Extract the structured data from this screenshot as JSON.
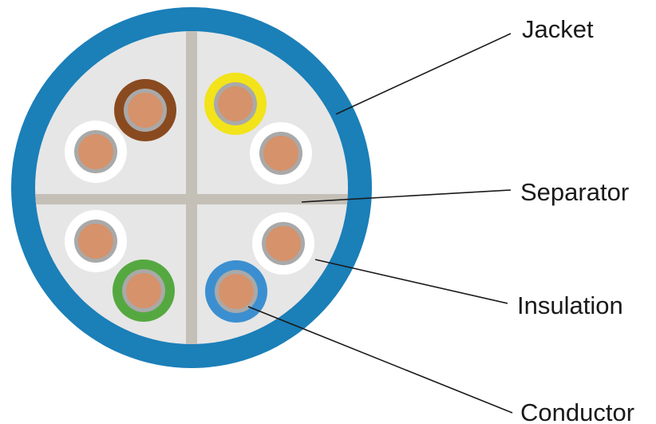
{
  "labels": {
    "jacket": "Jacket",
    "separator": "Separator",
    "insulation": "Insulation",
    "conductor": "Conductor"
  },
  "colors": {
    "jacket": "#1b7fb8",
    "interior": "#e6e6e6",
    "separator": "#c4bfb7",
    "conductor": "#d6926a",
    "conductor_ring": "#a9a9a9",
    "brown_insulation": "#8a4a1f",
    "yellow_insulation": "#f2e31a",
    "green_insulation": "#55a840",
    "blue_insulation": "#3b8fd0",
    "white_insulation": "#ffffff",
    "leader_line": "#1a1a1a"
  },
  "wires": [
    {
      "insulation": "brown"
    },
    {
      "insulation": "white"
    },
    {
      "insulation": "yellow"
    },
    {
      "insulation": "white"
    },
    {
      "insulation": "white"
    },
    {
      "insulation": "green"
    },
    {
      "insulation": "blue"
    },
    {
      "insulation": "white"
    }
  ]
}
